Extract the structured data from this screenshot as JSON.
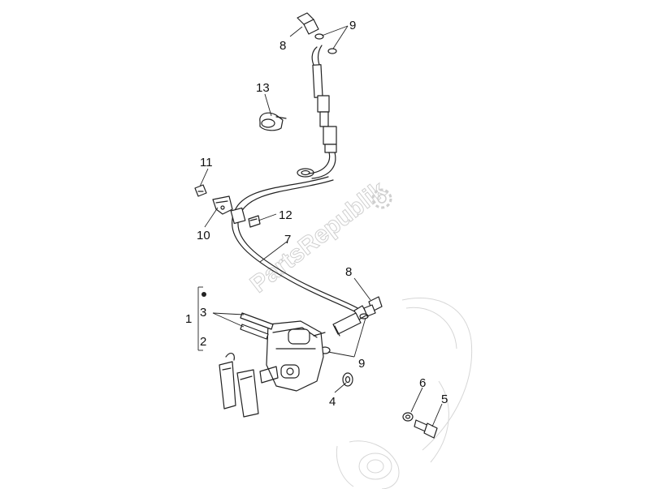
{
  "watermark": "PartsRepublik",
  "callouts": {
    "c1": "1",
    "c2": "2",
    "c3": "3",
    "c4": "4",
    "c5": "5",
    "c6": "6",
    "c7": "7",
    "c8a": "8",
    "c8b": "8",
    "c9a": "9",
    "c9b": "9",
    "c10": "10",
    "c11": "11",
    "c12": "12",
    "c13": "13"
  }
}
